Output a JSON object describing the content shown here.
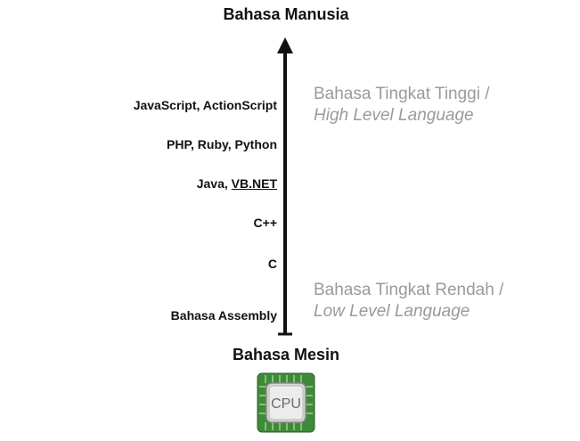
{
  "diagram": {
    "top_label": "Bahasa Manusia",
    "bottom_label": "Bahasa Mesin",
    "languages": [
      "JavaScript, ActionScript",
      "PHP, Ruby, Python",
      "Java, ",
      "C++",
      "C",
      "Bahasa Assembly"
    ],
    "java_suffix": "VB.NET",
    "high_level": {
      "line1": "Bahasa Tingkat Tinggi /",
      "line2": "High Level Language"
    },
    "low_level": {
      "line1": "Bahasa Tingkat Rendah /",
      "line2": "Low Level Language"
    },
    "cpu_text": "CPU",
    "colors": {
      "text": "#111111",
      "label_gray": "#9a9a9a",
      "cpu_board": "#3f8a3a",
      "cpu_chip": "#d8d8d8"
    }
  }
}
